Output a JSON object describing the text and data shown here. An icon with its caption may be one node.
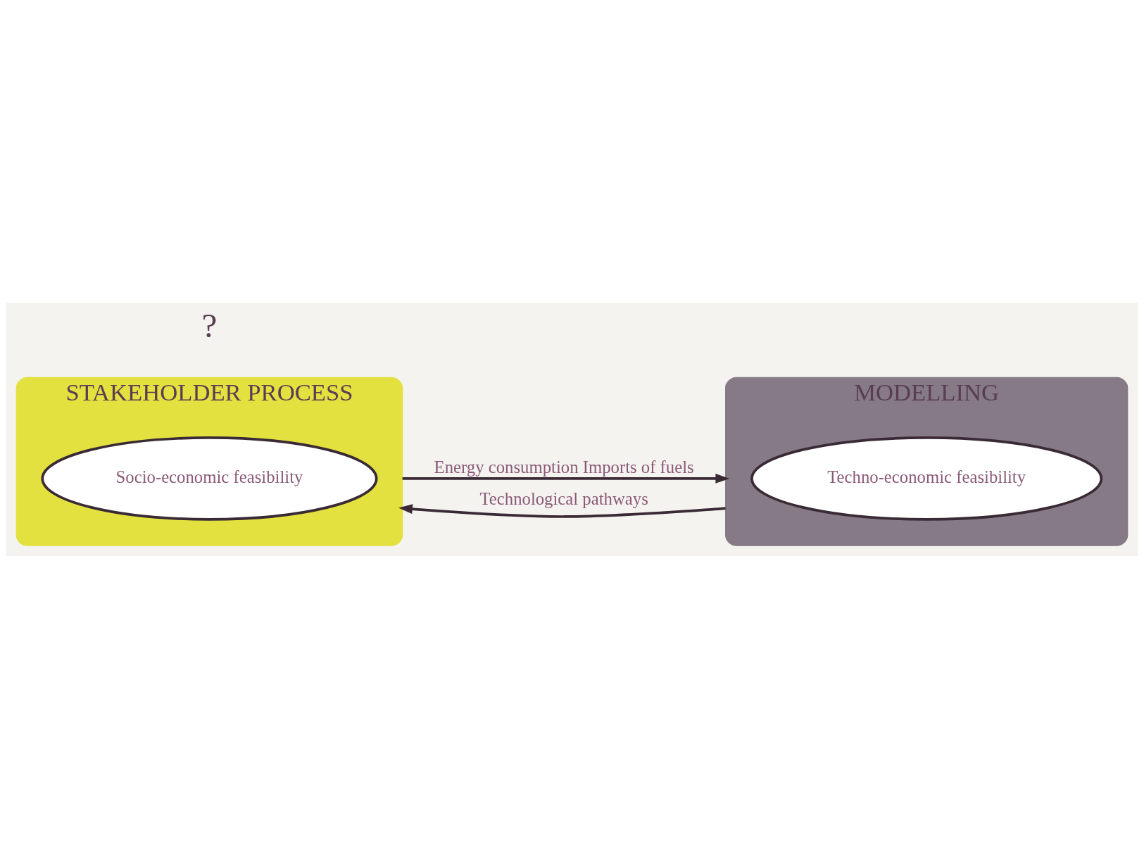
{
  "diagram": {
    "nodes": [
      {
        "text": [
          "STAKEHOLDER PROCESS"
        ]
      },
      {
        "text": [
          "Socio-economic feasibility"
        ],
        "in": 0
      },
      {
        "text": [
          "MODELLING"
        ]
      },
      {
        "text": [
          "Techno-economic feasibility"
        ],
        "in": 2
      }
    ],
    "edges": [
      {
        "from": 0,
        "to": 2,
        "arrow": "to",
        "label": "Energy consumption Imports of fuels"
      },
      {
        "from": 2,
        "to": 0,
        "arrow": "to",
        "label": "Technological pathways"
      }
    ],
    "labels": [
      "?"
    ]
  }
}
